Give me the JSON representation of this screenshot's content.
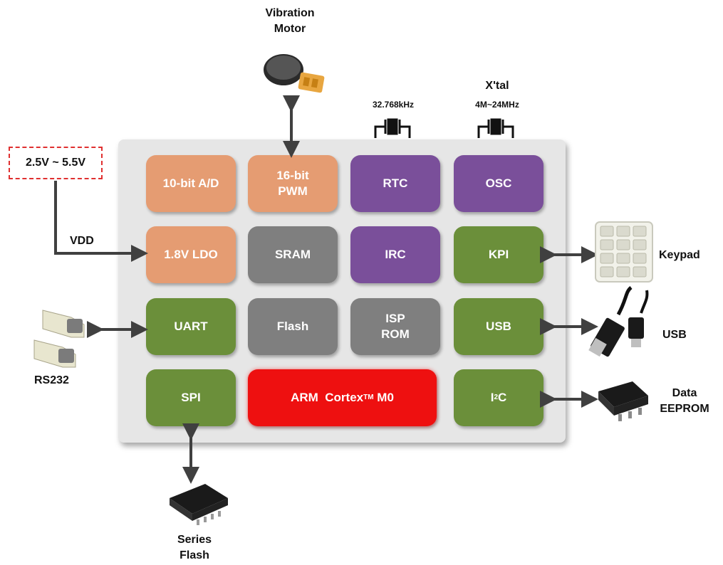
{
  "input_voltage": "2.5V ~ 5.5V",
  "vdd_label": "VDD",
  "blocks": {
    "ad": "10-bit A/D",
    "pwm": "16-bit\nPWM",
    "rtc": "RTC",
    "osc": "OSC",
    "ldo": "1.8V LDO",
    "sram": "SRAM",
    "irc": "IRC",
    "kpi": "KPI",
    "uart": "UART",
    "flash": "Flash",
    "isp_rom": "ISP\nROM",
    "usb": "USB",
    "spi": "SPI",
    "arm": "ARM  Cortex",
    "arm_tm": "TM",
    "arm_m0": " M0",
    "i2c": "I",
    "i2c_sup": "2",
    "i2c_c": "C"
  },
  "peripherals": {
    "vibration_motor": "Vibration\nMotor",
    "rtc_crystal": "32.768kHz",
    "xtal_title": "X'tal",
    "xtal_freq": "4M~24MHz",
    "keypad": "Keypad",
    "usb": "USB",
    "data_eeprom": "Data\nEEPROM",
    "rs232": "RS232",
    "series_flash": "Series\nFlash"
  },
  "colors": {
    "orange": "#e59c72",
    "purple": "#7a4f9a",
    "gray": "#7f7f7f",
    "green": "#6b8f3a",
    "red": "#ee1010",
    "arrow": "#404040"
  },
  "icons": [
    "vibration-motor-icon",
    "crystal-icon",
    "keypad-icon",
    "usb-plug-icon",
    "eeprom-chip-icon",
    "rs232-connector-icon",
    "flash-chip-icon"
  ]
}
